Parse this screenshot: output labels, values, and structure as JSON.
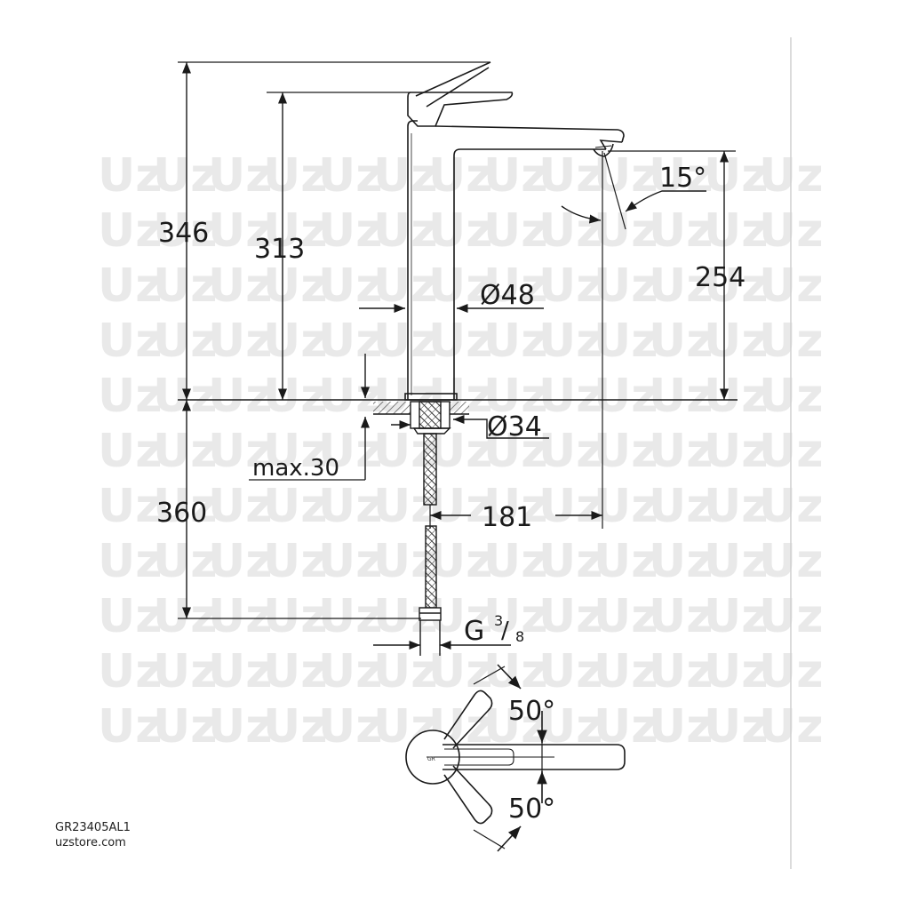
{
  "dimensions": {
    "total_height": "346",
    "spout_height": "313",
    "outlet_height": "254",
    "spray_angle": "15°",
    "body_diameter": "Ø48",
    "shank_diameter": "Ø34",
    "max_thickness": "max.30",
    "hose_length": "360",
    "projection": "181",
    "thread_prefix": "G",
    "thread_num": "3",
    "thread_den": "8",
    "lever_angle_top": "50°",
    "lever_angle_bottom": "50°"
  },
  "footer": {
    "product_code": "GR23405AL1",
    "site": "uzstore.com"
  },
  "watermark": {
    "text": "Uz"
  },
  "colors": {
    "line": "#1a1a1a",
    "watermark": "#e9e9e9",
    "hatch": "#555555"
  }
}
